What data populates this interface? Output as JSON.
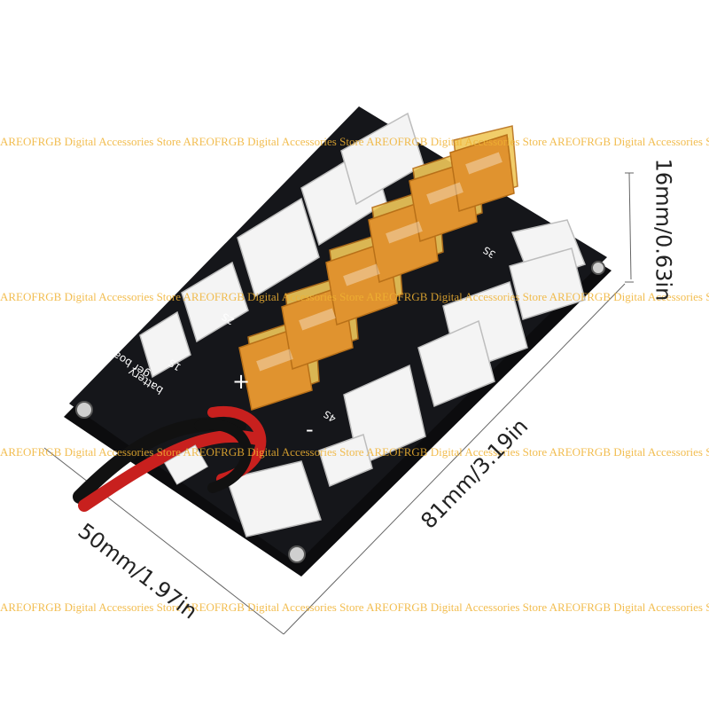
{
  "watermark": "AREOFRGB Digital Accessories Store AREOFRGB Digital Accessories Store AREOFRGB Digital Accessories Store AREOFRGB Digital Accessories Store",
  "dimensions": {
    "width_label": "50mm/1.97in",
    "length_label": "81mm/3.19in",
    "height_label": "16mm/0.63in"
  },
  "board_labels": {
    "plus": "+",
    "minus": "-",
    "brand_line1": "ger boar",
    "brand_line2": "battery",
    "port_s1": "1S",
    "port_s2": "2S",
    "port_s3": "3S",
    "port_s4": "4S"
  },
  "colors": {
    "board": "#15161a",
    "connector": "#e0932f",
    "balance_port": "#f2f2f2",
    "watermark": "#f0b232",
    "wire_red": "#c8201e",
    "wire_black": "#111111"
  }
}
